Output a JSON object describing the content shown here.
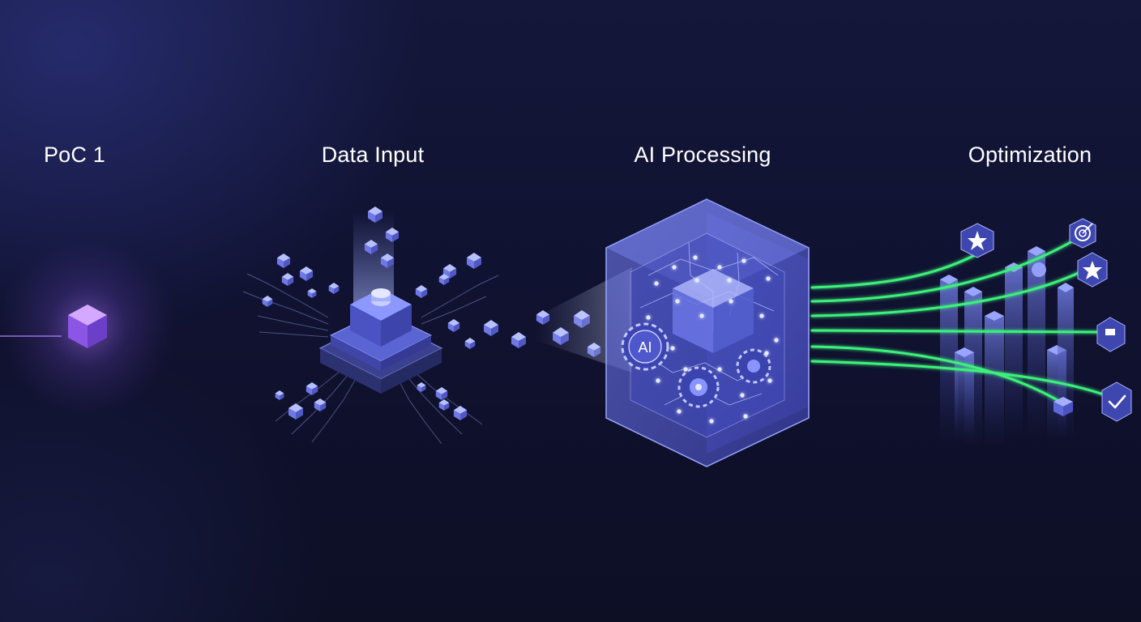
{
  "stages": [
    {
      "label": "PoC 1"
    },
    {
      "label": "Data Input"
    },
    {
      "label": "AI Processing"
    },
    {
      "label": "Optimization"
    }
  ],
  "processor": {
    "chip_label": "AI"
  },
  "icons": {
    "poc": "cube-icon",
    "input": "data-chip-icon",
    "processor": "ai-processor-icon",
    "outputs": [
      "star-icon",
      "target-icon",
      "star-icon",
      "flag-icon",
      "check-icon"
    ]
  },
  "colors": {
    "background": "#0f1130",
    "accent_purple": "#a066f0",
    "accent_blue": "#6f7ef0",
    "flow_green": "#3cf07a",
    "text": "#ffffff"
  }
}
